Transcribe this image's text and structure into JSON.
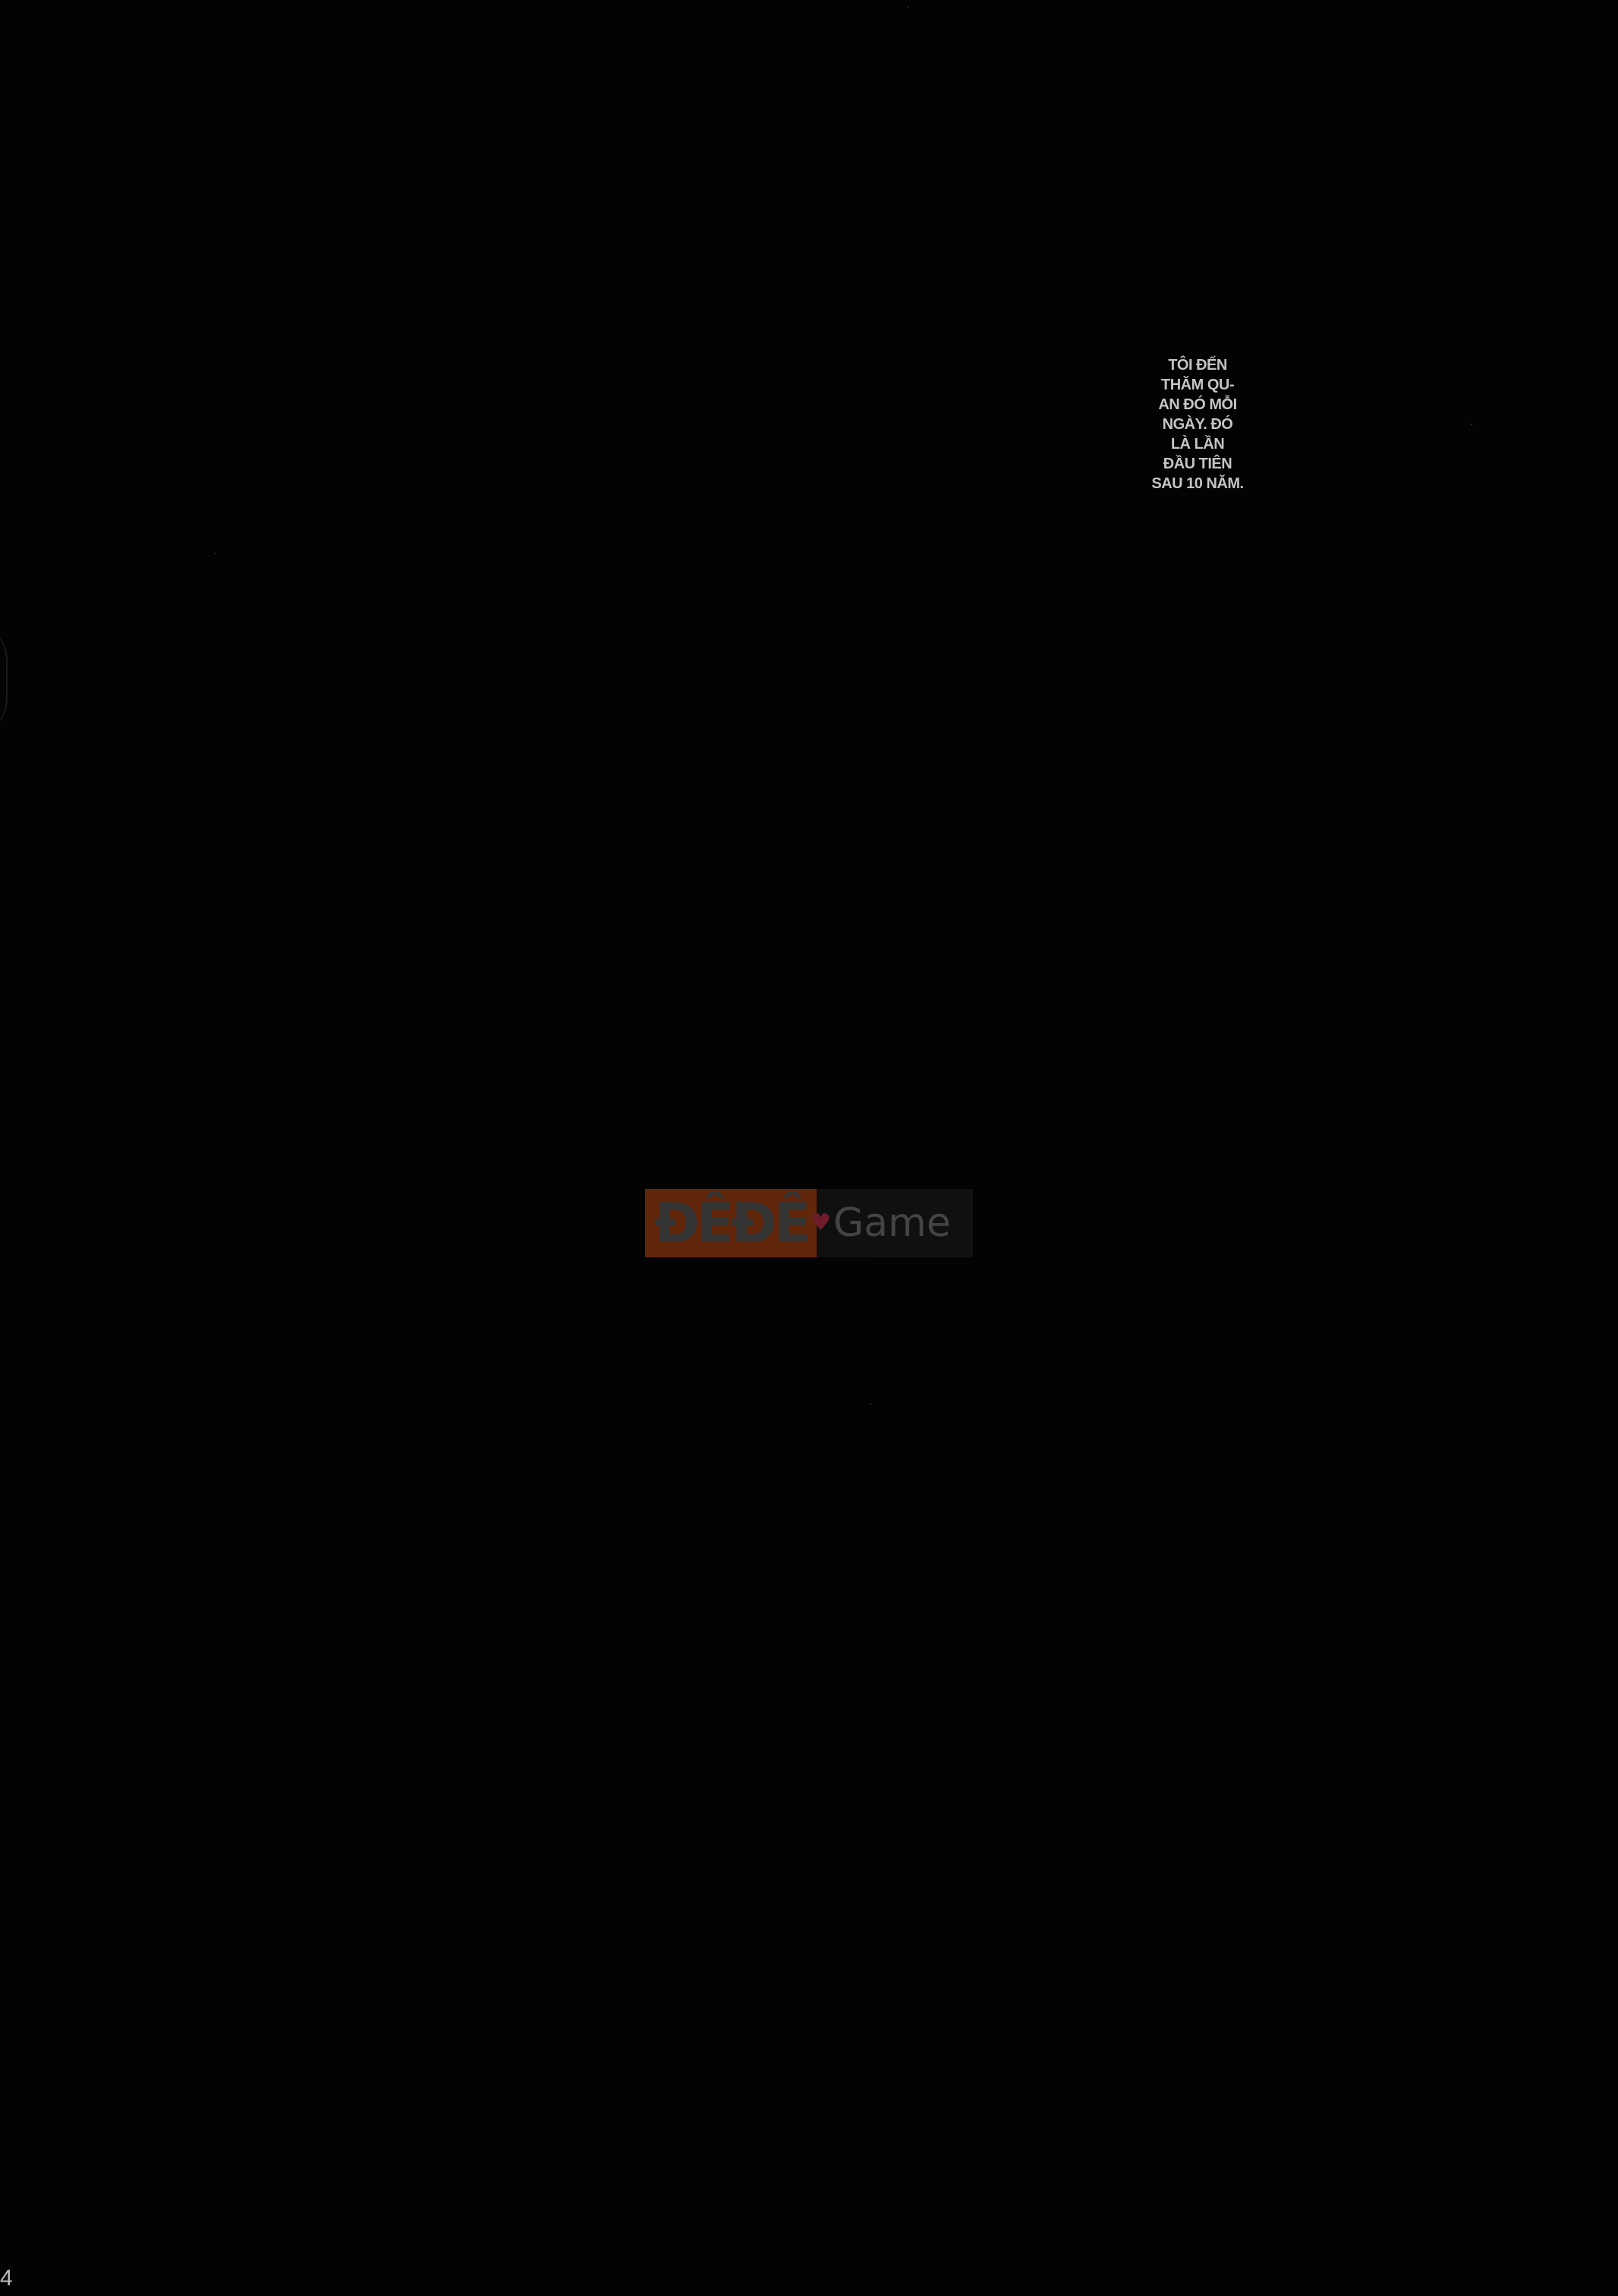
{
  "speech_bubble": {
    "lines": [
      "TÔI ĐẾN",
      "THĂM QU-",
      "AN ĐÓ MỖI",
      "NGÀY. ĐÓ",
      "LÀ LẦN",
      "ĐẦU TIÊN",
      "SAU 10 NĂM."
    ]
  },
  "watermark": {
    "brand": "ĐÊĐÊ",
    "heart": "♥",
    "suffix": "Game",
    "accent_color": "#6b2a0c"
  },
  "page_number": "4"
}
